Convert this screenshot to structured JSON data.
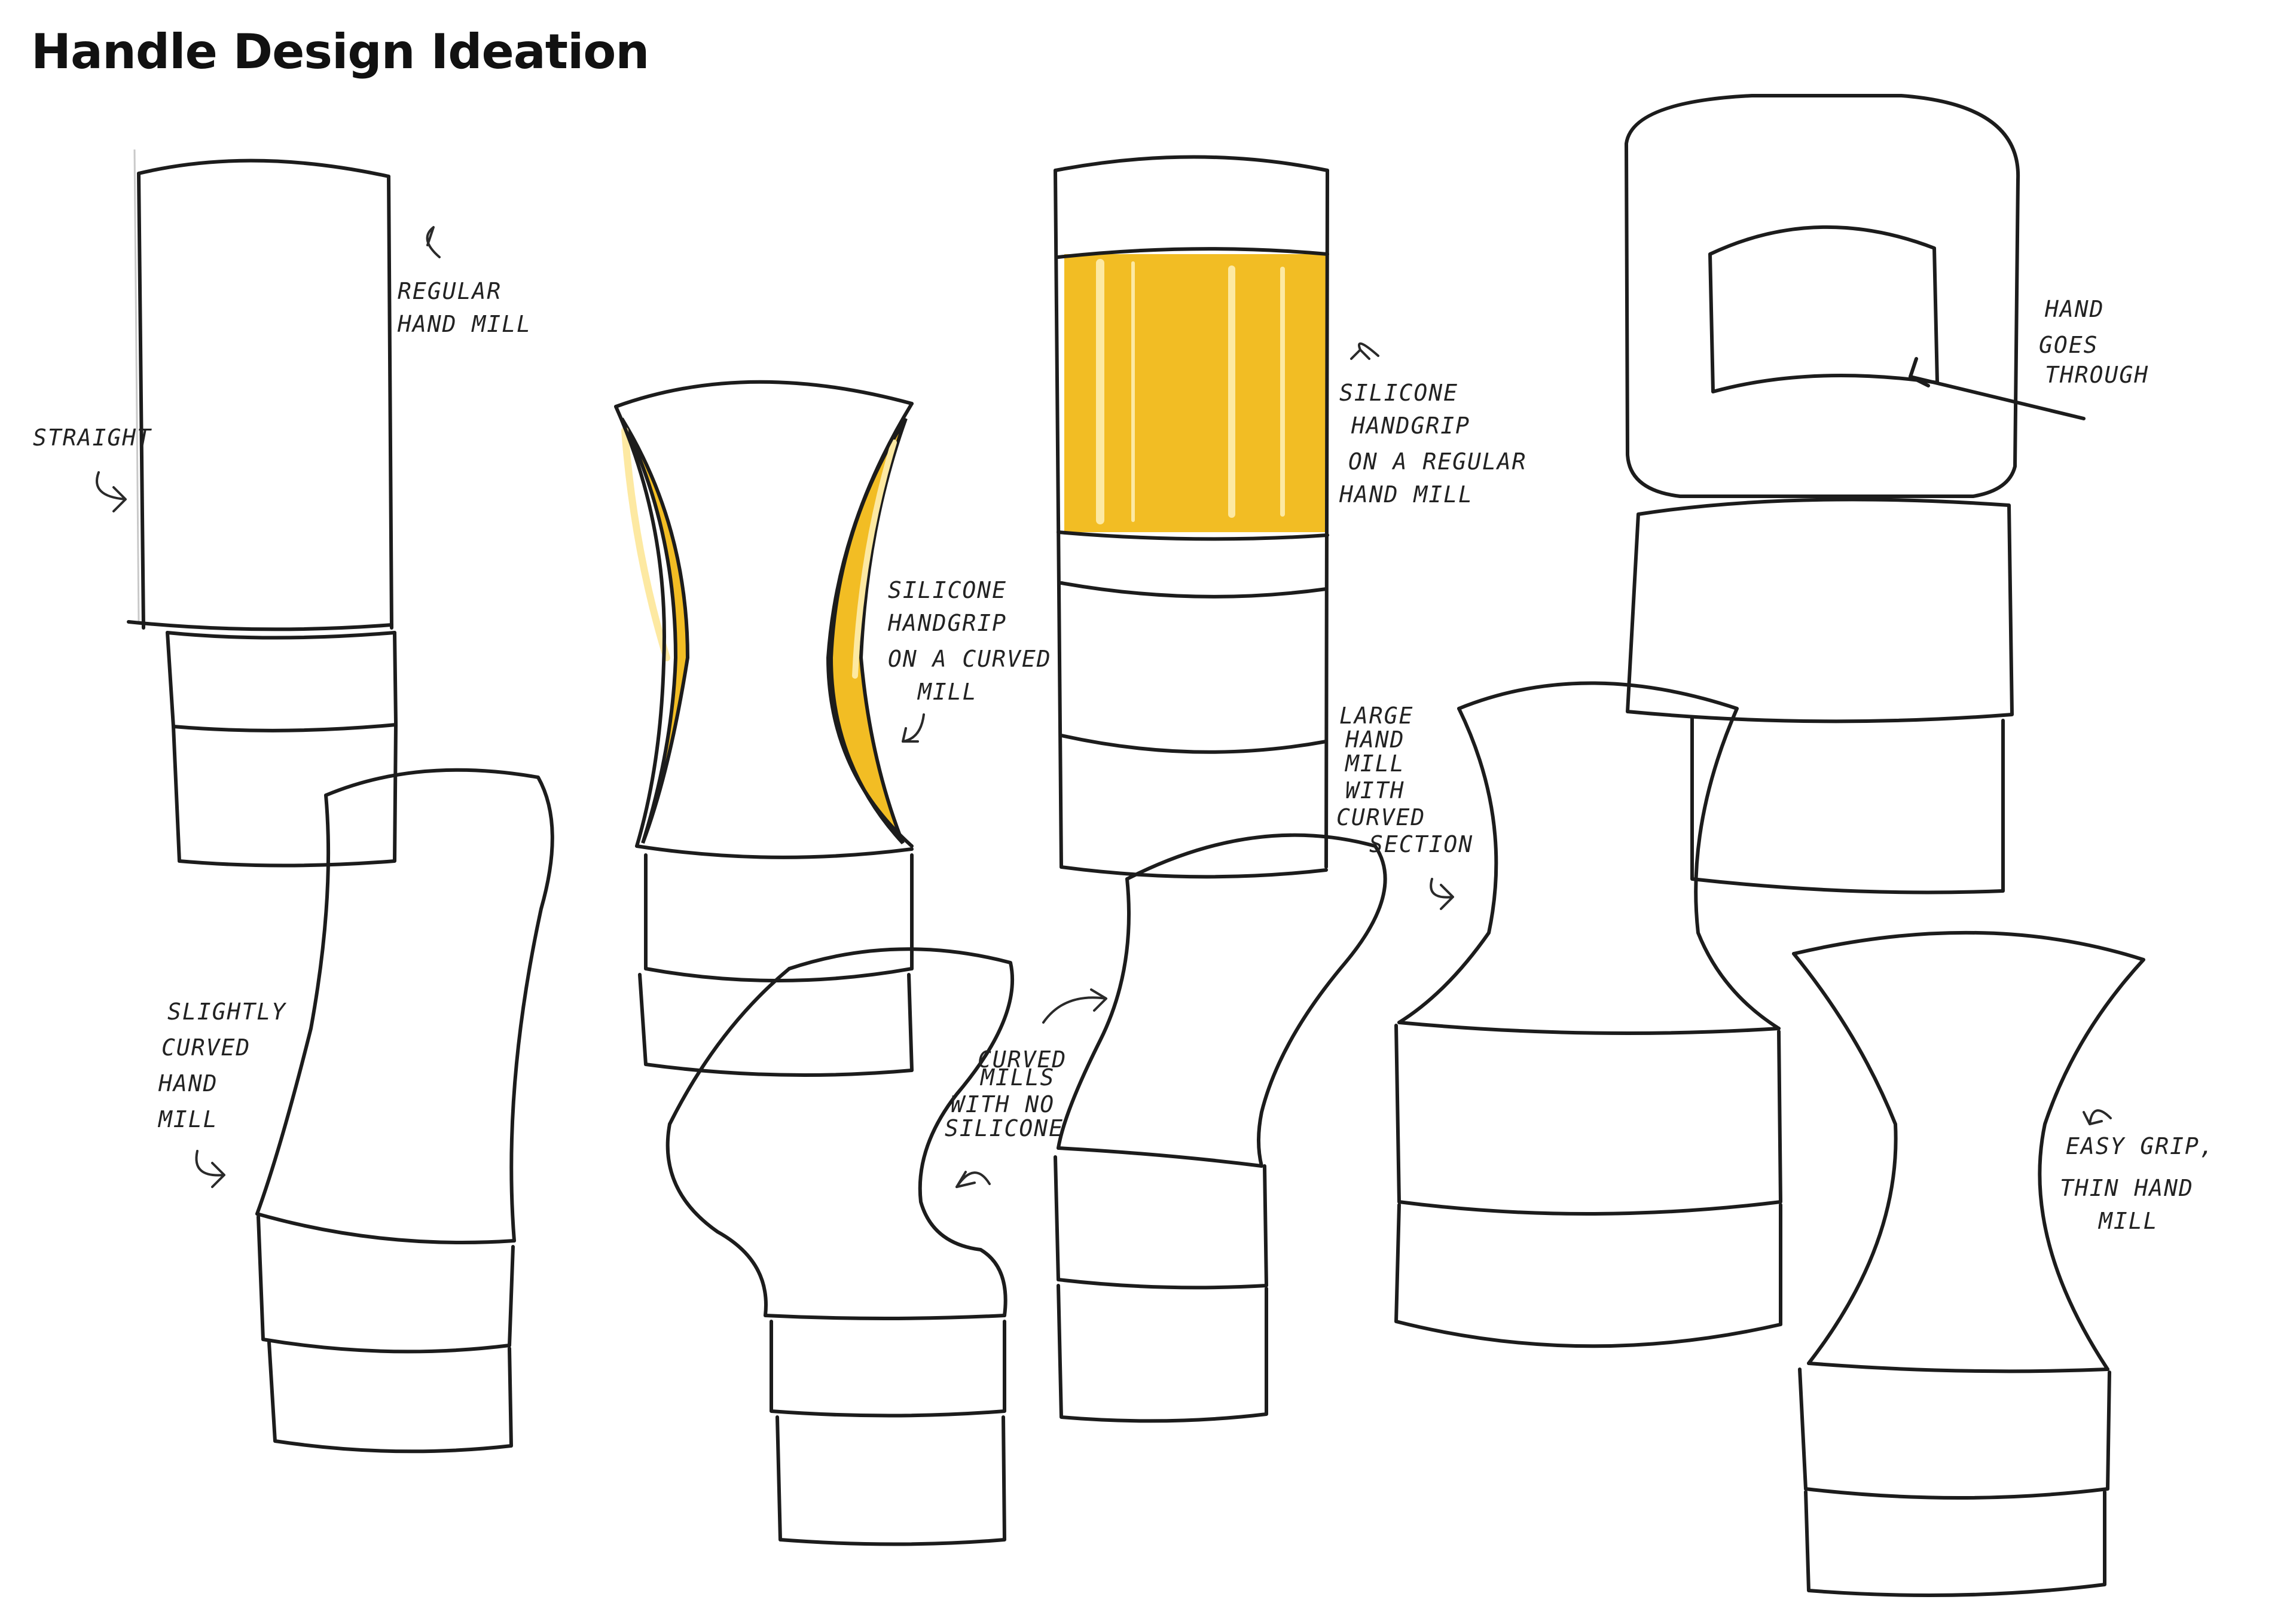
{
  "title": "Handle Design Ideation",
  "colors": {
    "ink": "#1c1c1c",
    "silicone": "#f2bd24",
    "silicone_highlight": "#fde9a2",
    "paper": "#ffffff"
  },
  "annotations": {
    "regular_hand_mill": [
      "REGULAR",
      "HAND MILL"
    ],
    "straight": [
      "STRAIGHT"
    ],
    "slightly_curved": [
      "SLIGHTLY",
      "CURVED",
      "HAND",
      "MILL"
    ],
    "silicone_curved": [
      "SILICONE",
      "HANDGRIP",
      "ON A CURVED",
      "MILL"
    ],
    "silicone_regular": [
      "SILICONE",
      "HANDGRIP",
      "ON A REGULAR",
      "HAND MILL"
    ],
    "curved_no_silicone": [
      "CURVED",
      "MILLS",
      "WITH NO",
      "SILICONE"
    ],
    "large_curved": [
      "LARGE",
      "HAND",
      "MILL",
      "WITH",
      "CURVED",
      "SECTION"
    ],
    "hand_goes_through": [
      "HAND",
      "GOES",
      "THROUGH"
    ],
    "easy_grip": [
      "EASY GRIP,",
      "THIN HAND",
      "MILL"
    ]
  }
}
